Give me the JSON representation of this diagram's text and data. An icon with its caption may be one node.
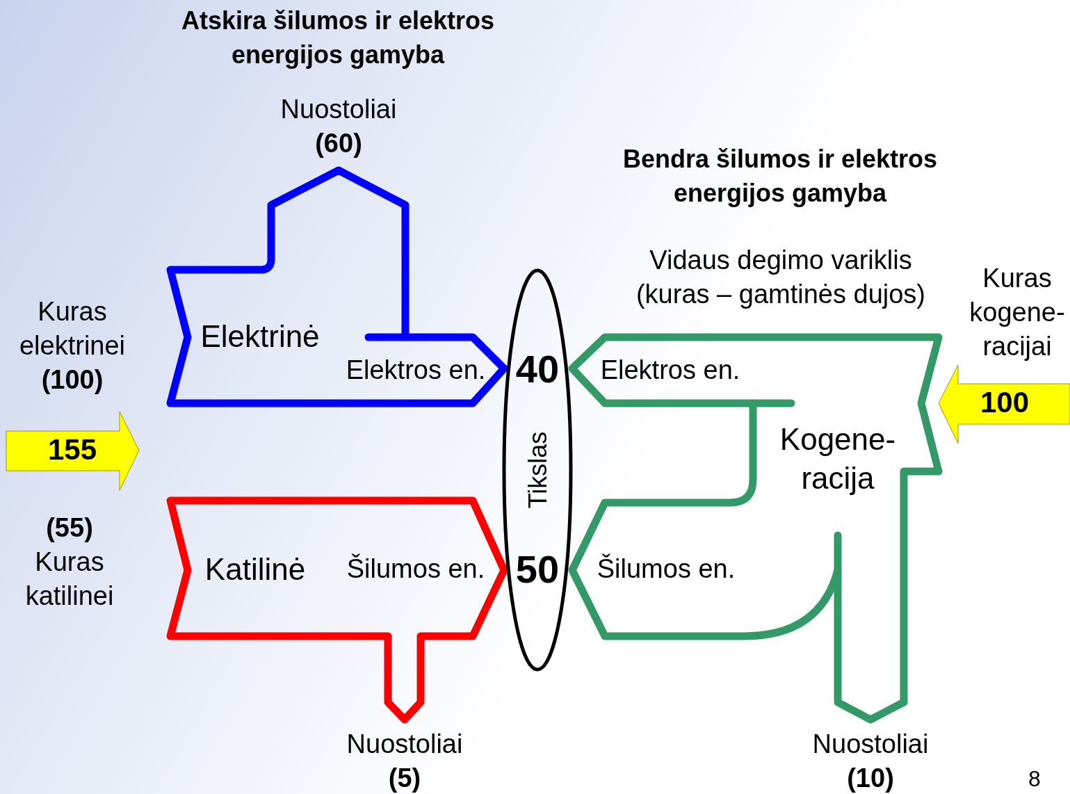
{
  "diagram": {
    "title": "Atskira šilumos ir elektros energijos gamyba",
    "nodes": [
      {
        "text": [
          "Elektrinė",
          "Elektros en."
        ]
      },
      {
        "text": [
          "Katilinė",
          "Šilumos en."
        ]
      },
      {
        "text": [
          "40",
          "Tikslas",
          "50"
        ]
      },
      {
        "text": [
          "Kogene- racija",
          "Elektros en.",
          "Šilumos en."
        ]
      },
      {
        "text": [
          "155"
        ]
      },
      {
        "text": [
          "100"
        ]
      }
    ],
    "labels": [
      "Bendra šilumos ir elektros energijos gamyba",
      "Nuostoliai **(60)**",
      "Vidaus degimo variklis (kuras – gamtinės dujos)",
      "Kuras elektrinei **(100)**",
      "Kuras kogene- racijai",
      "**(55)** Kuras katilinei",
      "Nuostoliai **(5)**",
      "Nuostoliai **(10)**",
      "8"
    ]
  }
}
